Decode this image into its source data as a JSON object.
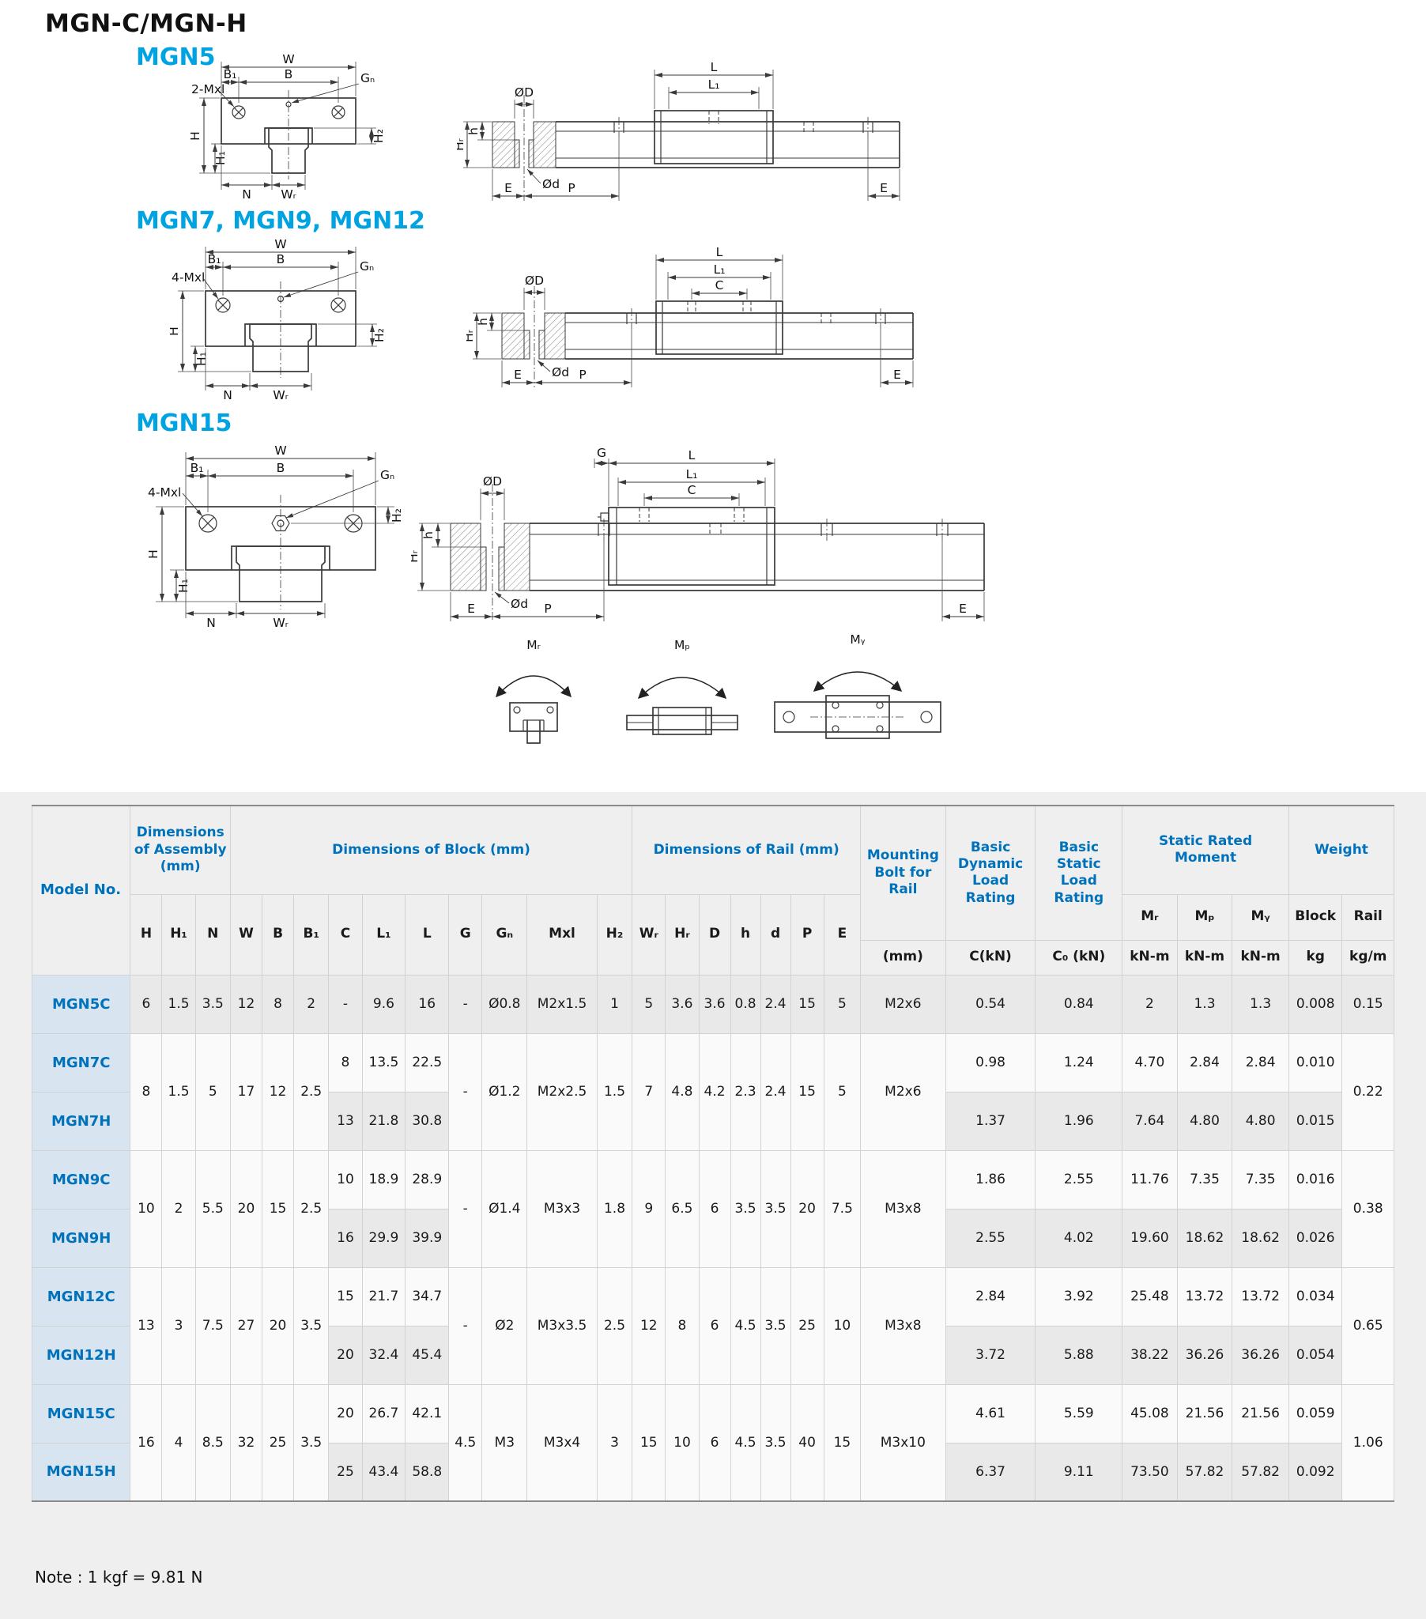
{
  "page": {
    "title": "MGN-C/MGN-H",
    "note": "Note : 1 kgf = 9.81 N"
  },
  "sections": {
    "s1": "MGN5",
    "s2": "MGN7, MGN9, MGN12",
    "s3": "MGN15"
  },
  "dims": {
    "W": "W",
    "B": "B",
    "B1": "B₁",
    "Gn": "Gₙ",
    "H": "H",
    "H1": "H₁",
    "H2": "H₂",
    "N": "N",
    "WR": "Wᵣ",
    "L": "L",
    "L1": "L₁",
    "C": "C",
    "OD": "ØD",
    "Od": "Ød",
    "h": "h",
    "HR": "Hᵣ",
    "E": "E",
    "P": "P",
    "G": "G",
    "mxl2": "2-Mxl",
    "mxl4": "4-Mxl",
    "MR": "Mᵣ",
    "MP": "Mₚ",
    "MY": "Mᵧ"
  },
  "table": {
    "model_no": "Model No.",
    "groups": {
      "assembly": "Dimensions of Assembly (mm)",
      "block": "Dimensions of Block (mm)",
      "rail": "Dimensions of Rail (mm)",
      "bolt": "Mounting Bolt for Rail",
      "dynamic": "Basic Dynamic Load Rating",
      "static": "Basic Static Load Rating",
      "moment": "Static Rated Moment",
      "weight": "Weight"
    },
    "sub": {
      "H": "H",
      "H1": "H₁",
      "N": "N",
      "W": "W",
      "B": "B",
      "B1": "B₁",
      "C": "C",
      "L1": "L₁",
      "L": "L",
      "G": "G",
      "Gn": "Gₙ",
      "Mxl": "Mxl",
      "H2": "H₂",
      "WR": "Wᵣ",
      "HR": "Hᵣ",
      "D": "D",
      "h": "h",
      "d": "d",
      "P": "P",
      "E": "E",
      "mm": "(mm)",
      "CkN": "C(kN)",
      "C0kN": "C₀ (kN)",
      "kNm": "kN-m",
      "MR": "Mᵣ",
      "MP": "Mₚ",
      "MY": "Mᵧ",
      "block": "Block",
      "rail": "Rail",
      "kg": "kg",
      "kgm": "kg/m"
    },
    "g5": {
      "model": "MGN5C",
      "H": "6",
      "H1": "1.5",
      "N": "3.5",
      "W": "12",
      "B": "8",
      "B1": "2",
      "C": "-",
      "L1": "9.6",
      "L": "16",
      "G": "-",
      "Gn": "Ø0.8",
      "Mxl": "M2x1.5",
      "H2": "1",
      "WR": "5",
      "HR": "3.6",
      "D": "3.6",
      "h": "0.8",
      "d": "2.4",
      "P": "15",
      "E": "5",
      "bolt": "M2x6",
      "Ck": "0.54",
      "C0": "0.84",
      "MR": "2",
      "MP": "1.3",
      "MY": "1.3",
      "kg": "0.008",
      "rail": "0.15"
    },
    "g7": {
      "H": "8",
      "H1": "1.5",
      "N": "5",
      "W": "17",
      "B": "12",
      "B1": "2.5",
      "G": "-",
      "Gn": "Ø1.2",
      "Mxl": "M2x2.5",
      "H2": "1.5",
      "WR": "7",
      "HR": "4.8",
      "D": "4.2",
      "h": "2.3",
      "d": "2.4",
      "P": "15",
      "E": "5",
      "bolt": "M2x6",
      "rail": "0.22",
      "r1": {
        "model": "MGN7C",
        "C": "8",
        "L1": "13.5",
        "L": "22.5",
        "Ck": "0.98",
        "C0": "1.24",
        "MR": "4.70",
        "MP": "2.84",
        "MY": "2.84",
        "kg": "0.010"
      },
      "r2": {
        "model": "MGN7H",
        "C": "13",
        "L1": "21.8",
        "L": "30.8",
        "Ck": "1.37",
        "C0": "1.96",
        "MR": "7.64",
        "MP": "4.80",
        "MY": "4.80",
        "kg": "0.015"
      }
    },
    "g9": {
      "H": "10",
      "H1": "2",
      "N": "5.5",
      "W": "20",
      "B": "15",
      "B1": "2.5",
      "G": "-",
      "Gn": "Ø1.4",
      "Mxl": "M3x3",
      "H2": "1.8",
      "WR": "9",
      "HR": "6.5",
      "D": "6",
      "h": "3.5",
      "d": "3.5",
      "P": "20",
      "E": "7.5",
      "bolt": "M3x8",
      "rail": "0.38",
      "r1": {
        "model": "MGN9C",
        "C": "10",
        "L1": "18.9",
        "L": "28.9",
        "Ck": "1.86",
        "C0": "2.55",
        "MR": "11.76",
        "MP": "7.35",
        "MY": "7.35",
        "kg": "0.016"
      },
      "r2": {
        "model": "MGN9H",
        "C": "16",
        "L1": "29.9",
        "L": "39.9",
        "Ck": "2.55",
        "C0": "4.02",
        "MR": "19.60",
        "MP": "18.62",
        "MY": "18.62",
        "kg": "0.026"
      }
    },
    "g12": {
      "H": "13",
      "H1": "3",
      "N": "7.5",
      "W": "27",
      "B": "20",
      "B1": "3.5",
      "G": "-",
      "Gn": "Ø2",
      "Mxl": "M3x3.5",
      "H2": "2.5",
      "WR": "12",
      "HR": "8",
      "D": "6",
      "h": "4.5",
      "d": "3.5",
      "P": "25",
      "E": "10",
      "bolt": "M3x8",
      "rail": "0.65",
      "r1": {
        "model": "MGN12C",
        "C": "15",
        "L1": "21.7",
        "L": "34.7",
        "Ck": "2.84",
        "C0": "3.92",
        "MR": "25.48",
        "MP": "13.72",
        "MY": "13.72",
        "kg": "0.034"
      },
      "r2": {
        "model": "MGN12H",
        "C": "20",
        "L1": "32.4",
        "L": "45.4",
        "Ck": "3.72",
        "C0": "5.88",
        "MR": "38.22",
        "MP": "36.26",
        "MY": "36.26",
        "kg": "0.054"
      }
    },
    "g15": {
      "H": "16",
      "H1": "4",
      "N": "8.5",
      "W": "32",
      "B": "25",
      "B1": "3.5",
      "G": "4.5",
      "Gn": "M3",
      "Mxl": "M3x4",
      "H2": "3",
      "WR": "15",
      "HR": "10",
      "D": "6",
      "h": "4.5",
      "d": "3.5",
      "P": "40",
      "E": "15",
      "bolt": "M3x10",
      "rail": "1.06",
      "r1": {
        "model": "MGN15C",
        "C": "20",
        "L1": "26.7",
        "L": "42.1",
        "Ck": "4.61",
        "C0": "5.59",
        "MR": "45.08",
        "MP": "21.56",
        "MY": "21.56",
        "kg": "0.059"
      },
      "r2": {
        "model": "MGN15H",
        "C": "25",
        "L1": "43.4",
        "L": "58.8",
        "Ck": "6.37",
        "C0": "9.11",
        "MR": "73.50",
        "MP": "57.82",
        "MY": "57.82",
        "kg": "0.092"
      }
    }
  }
}
